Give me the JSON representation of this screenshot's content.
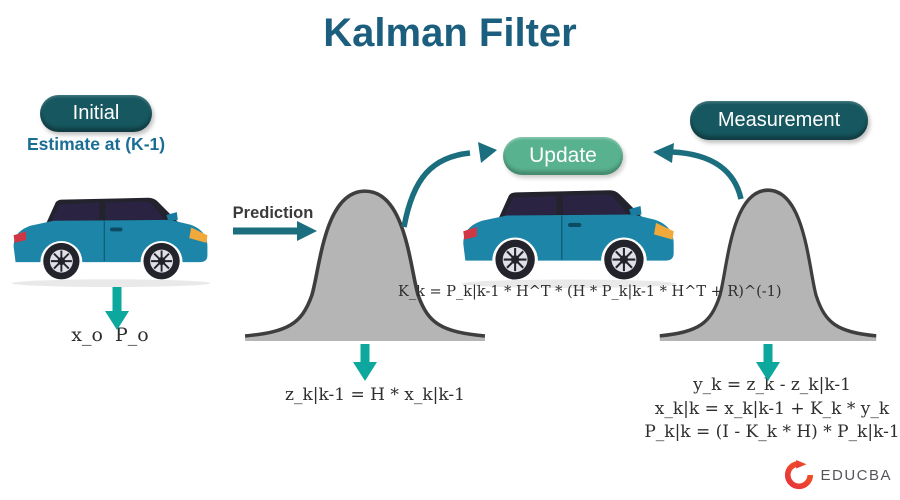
{
  "title": "Kalman Filter",
  "badges": {
    "initial": "Initial",
    "update": "Update",
    "measurement": "Measurement"
  },
  "labels": {
    "estimate": "Estimate at (K-1)",
    "prediction": "Prediction",
    "initial_state": "x_o  P_o"
  },
  "formulas": {
    "state_prediction": "z_k|k-1 = H * x_k|k-1",
    "kalman_gain": "K_k = P_k|k-1 * H^T * (H * P_k|k-1 * H^T + R)^(-1)",
    "innovation": "y_k = z_k - z_k|k-1",
    "state_update": "x_k|k = x_k|k-1 + K_k * y_k",
    "covariance_update": "P_k|k = (I - K_k * H) * P_k|k-1"
  },
  "logo": {
    "icon": "educba-swirl-icon",
    "text": "EDUCBA"
  },
  "colors": {
    "title_text": "#1b5e7d",
    "badge_dark": "#17575f",
    "badge_update": "#58b18f",
    "estimate_text": "#1b6d94",
    "arrow_dark_teal": "#1b6e7e",
    "arrow_bright_teal": "#0ca79d",
    "bell_fill": "#b5b5b5",
    "bell_stroke": "#3e3e3e",
    "car_body": "#1d86a8",
    "formula_text": "#2e2e2e",
    "logo_red": "#e6333f"
  }
}
